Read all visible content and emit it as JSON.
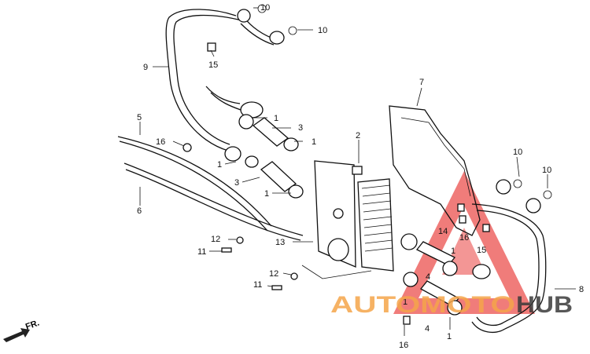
{
  "diagram": {
    "callouts": [
      {
        "id": "c10a",
        "label": "10"
      },
      {
        "id": "c10b",
        "label": "10"
      },
      {
        "id": "c15a",
        "label": "15"
      },
      {
        "id": "c9",
        "label": "9"
      },
      {
        "id": "c7",
        "label": "7"
      },
      {
        "id": "c1a",
        "label": "1"
      },
      {
        "id": "c3a",
        "label": "3"
      },
      {
        "id": "c1b",
        "label": "1"
      },
      {
        "id": "c5",
        "label": "5"
      },
      {
        "id": "c16a",
        "label": "16"
      },
      {
        "id": "c2",
        "label": "2"
      },
      {
        "id": "c1c",
        "label": "1"
      },
      {
        "id": "c3b",
        "label": "3"
      },
      {
        "id": "c1d",
        "label": "1"
      },
      {
        "id": "c6",
        "label": "6"
      },
      {
        "id": "c10c",
        "label": "10"
      },
      {
        "id": "c10d",
        "label": "10"
      },
      {
        "id": "c14",
        "label": "14"
      },
      {
        "id": "c16b",
        "label": "16"
      },
      {
        "id": "c15b",
        "label": "15"
      },
      {
        "id": "c12a",
        "label": "12"
      },
      {
        "id": "c13",
        "label": "13"
      },
      {
        "id": "c11a",
        "label": "11"
      },
      {
        "id": "c1e",
        "label": "1"
      },
      {
        "id": "c12b",
        "label": "12"
      },
      {
        "id": "c4a",
        "label": "4"
      },
      {
        "id": "c11b",
        "label": "11"
      },
      {
        "id": "c1f",
        "label": "1"
      },
      {
        "id": "c8",
        "label": "8"
      },
      {
        "id": "c4b",
        "label": "4"
      },
      {
        "id": "c1g",
        "label": "1"
      },
      {
        "id": "c16c",
        "label": "16"
      }
    ],
    "direction_label": "FR."
  },
  "watermark": {
    "brand_part1": "AUTOMOTO",
    "brand_part2": "HUB",
    "colors": {
      "triangle": "#e8312f",
      "brand_orange": "#f5a54a",
      "brand_dark": "#3a3a3a"
    }
  }
}
